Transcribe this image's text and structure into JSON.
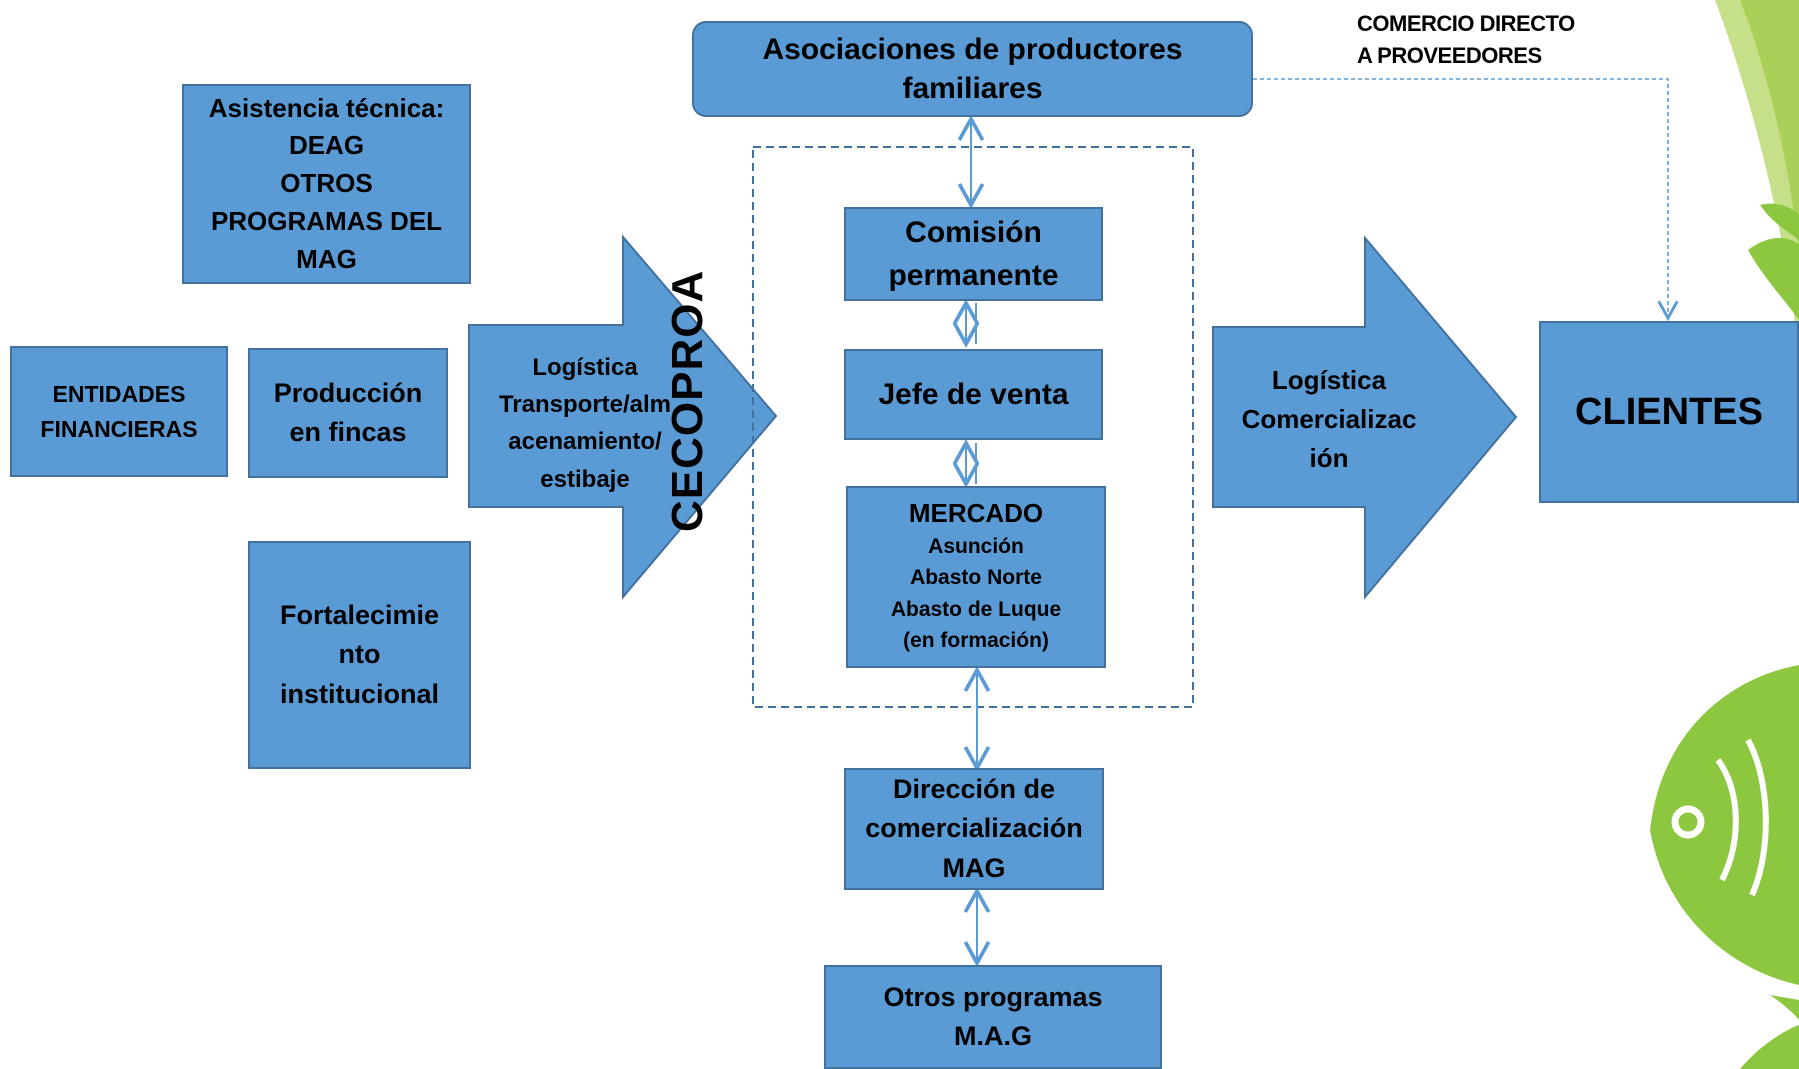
{
  "colors": {
    "box_fill": "#5b9bd5",
    "box_border": "#41719c",
    "connector": "#5b9bd5",
    "deco_green": "#8dc63f"
  },
  "nodes": {
    "asociaciones": "Asociaciones de productores\nfamiliares",
    "asistencia": "Asistencia técnica:\nDEAG\nOTROS\nPROGRAMAS DEL\nMAG",
    "entidades": "ENTIDADES\nFINANCIERAS",
    "produccion": "Producción\nen fincas",
    "fortalecimiento": "Fortalecimie\nnto\ninstitucional",
    "logistica_transporte": "Logística\nTransporte/alm\nacenamiento/\nestibaje",
    "cecoproa": "CECOPROA",
    "comision": "Comisión\npermanente",
    "jefe": "Jefe de venta",
    "mercado_title": "MERCADO",
    "mercado_items": "Asunción\nAbasto Norte\nAbasto de Luque\n(en formación)",
    "direccion": "Dirección de\ncomercialización\nMAG",
    "otros": "Otros programas\nM.A.G",
    "logistica_comercial": "Logística\nComercializac\nión",
    "clientes": "CLIENTES",
    "comercio_directo": "COMERCIO DIRECTO\nA PROVEEDORES"
  },
  "icons": [
    "fish-icon",
    "leaf-decoration"
  ]
}
